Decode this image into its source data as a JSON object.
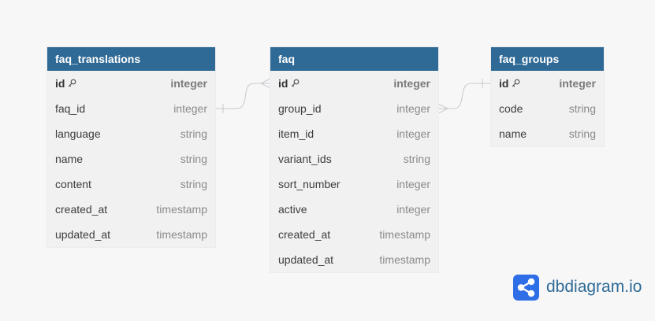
{
  "tables": [
    {
      "id": "faq_translations",
      "title": "faq_translations",
      "rows": [
        {
          "name": "id",
          "type": "integer",
          "pk": true
        },
        {
          "name": "faq_id",
          "type": "integer"
        },
        {
          "name": "language",
          "type": "string"
        },
        {
          "name": "name",
          "type": "string"
        },
        {
          "name": "content",
          "type": "string"
        },
        {
          "name": "created_at",
          "type": "timestamp"
        },
        {
          "name": "updated_at",
          "type": "timestamp"
        }
      ]
    },
    {
      "id": "faq",
      "title": "faq",
      "rows": [
        {
          "name": "id",
          "type": "integer",
          "pk": true
        },
        {
          "name": "group_id",
          "type": "integer"
        },
        {
          "name": "item_id",
          "type": "integer"
        },
        {
          "name": "variant_ids",
          "type": "string"
        },
        {
          "name": "sort_number",
          "type": "integer"
        },
        {
          "name": "active",
          "type": "integer"
        },
        {
          "name": "created_at",
          "type": "timestamp"
        },
        {
          "name": "updated_at",
          "type": "timestamp"
        }
      ]
    },
    {
      "id": "faq_groups",
      "title": "faq_groups",
      "rows": [
        {
          "name": "id",
          "type": "integer",
          "pk": true
        },
        {
          "name": "code",
          "type": "string"
        },
        {
          "name": "name",
          "type": "string"
        }
      ]
    }
  ],
  "relationships": [
    {
      "from": "faq_translations.faq_id",
      "to": "faq.id",
      "from_card": "one",
      "to_card": "many"
    },
    {
      "from": "faq.group_id",
      "to": "faq_groups.id",
      "from_card": "many",
      "to_card": "one"
    }
  ],
  "branding": {
    "name": "dbdiagram",
    "tld": ".io",
    "accent": "#2e6ee6"
  },
  "colors": {
    "header": "#2f6a96",
    "background": "#f7f7f8",
    "table_body": "#f1f1f2"
  },
  "icons": {
    "primary_key": "key-icon",
    "logo": "share-nodes-icon"
  }
}
